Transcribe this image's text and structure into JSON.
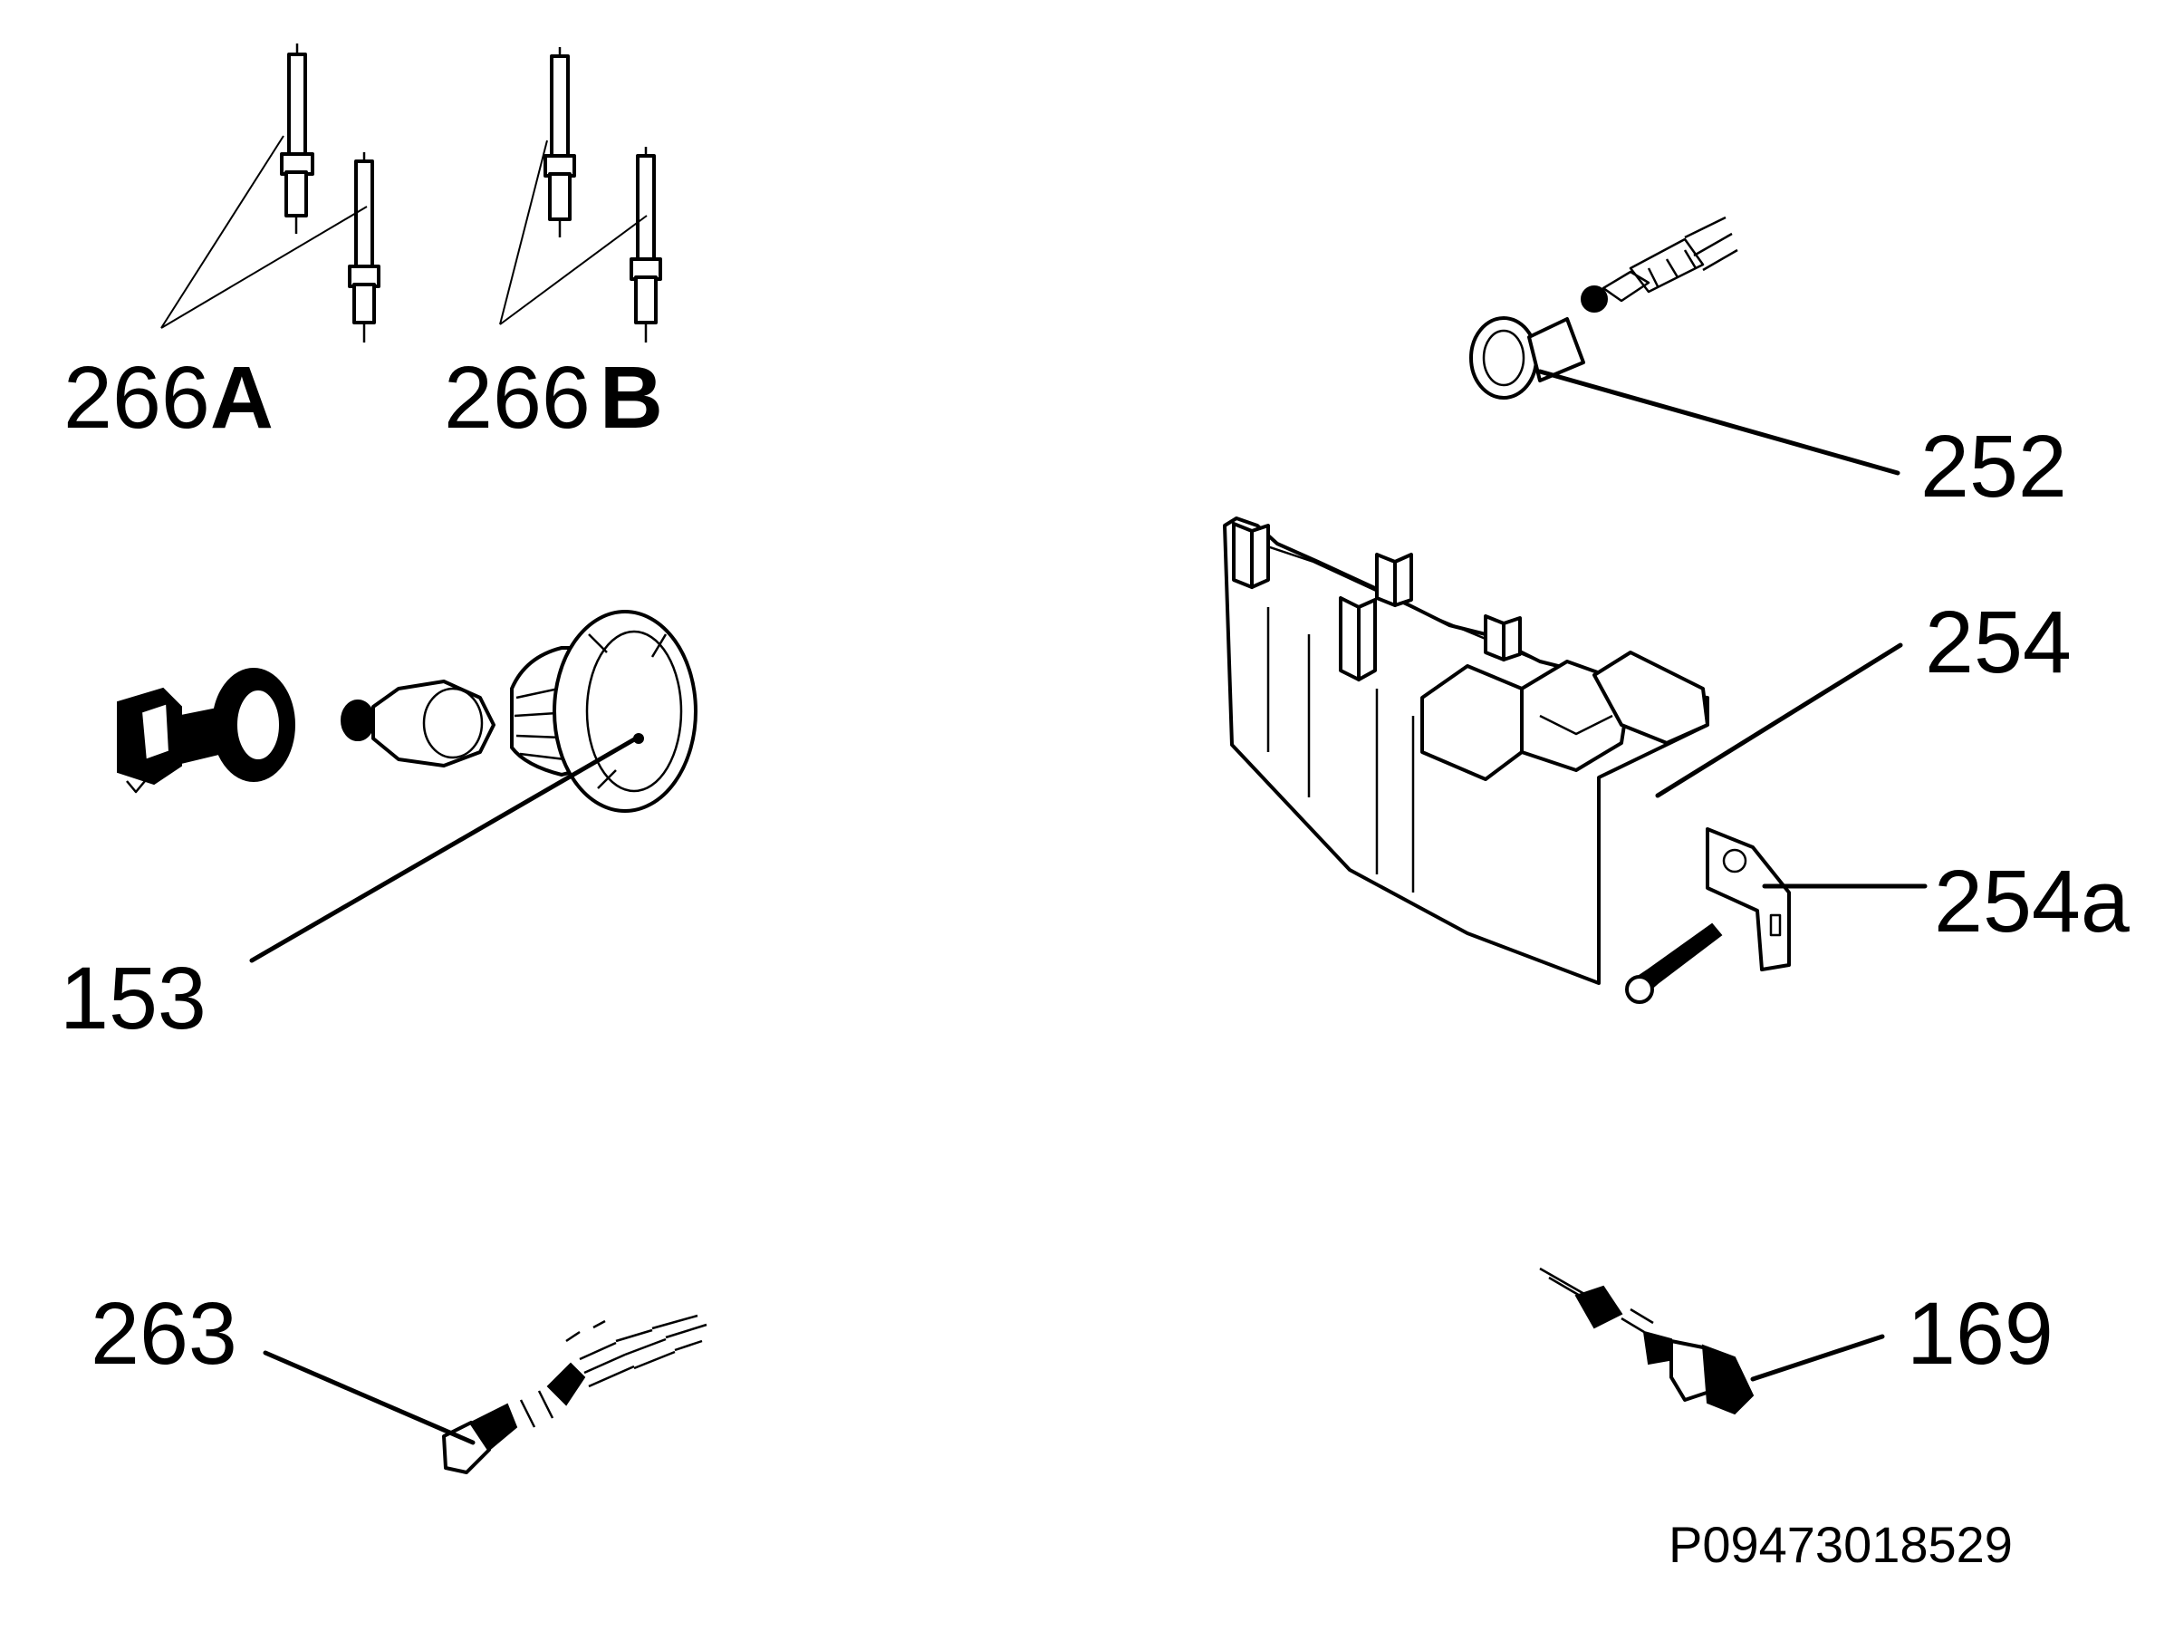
{
  "callouts": {
    "c266a": {
      "number": "266",
      "suffix": "A"
    },
    "c266b": {
      "number": "266",
      "suffix": "B"
    },
    "c252": {
      "label": "252"
    },
    "c254": {
      "label": "254"
    },
    "c254a": {
      "label": "254a"
    },
    "c153": {
      "label": "153"
    },
    "c263": {
      "label": "263"
    },
    "c169": {
      "label": "169"
    }
  },
  "document_code": "P09473018529",
  "colors": {
    "line": "#000000",
    "background": "#ffffff"
  }
}
